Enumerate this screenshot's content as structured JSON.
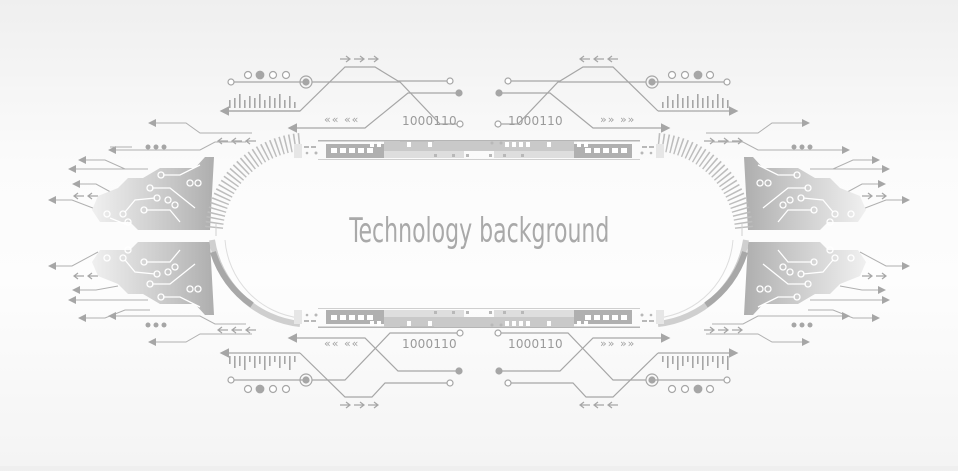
{
  "illustration": {
    "title": "Technology background",
    "binary_labels": {
      "top_left": "1000110",
      "top_right": "1000110",
      "bottom_left": "1000110",
      "bottom_right": "1000110"
    },
    "chevrons": {
      "left": "«« ««",
      "right": "»» »»"
    },
    "colors": {
      "line": "#a6a6a6",
      "dark_fill": "#a0a0a0",
      "light_fill": "#d8d8d8",
      "text": "#a9a9a9",
      "background_top": "#efefef",
      "background_mid": "#fdfdfd"
    }
  }
}
